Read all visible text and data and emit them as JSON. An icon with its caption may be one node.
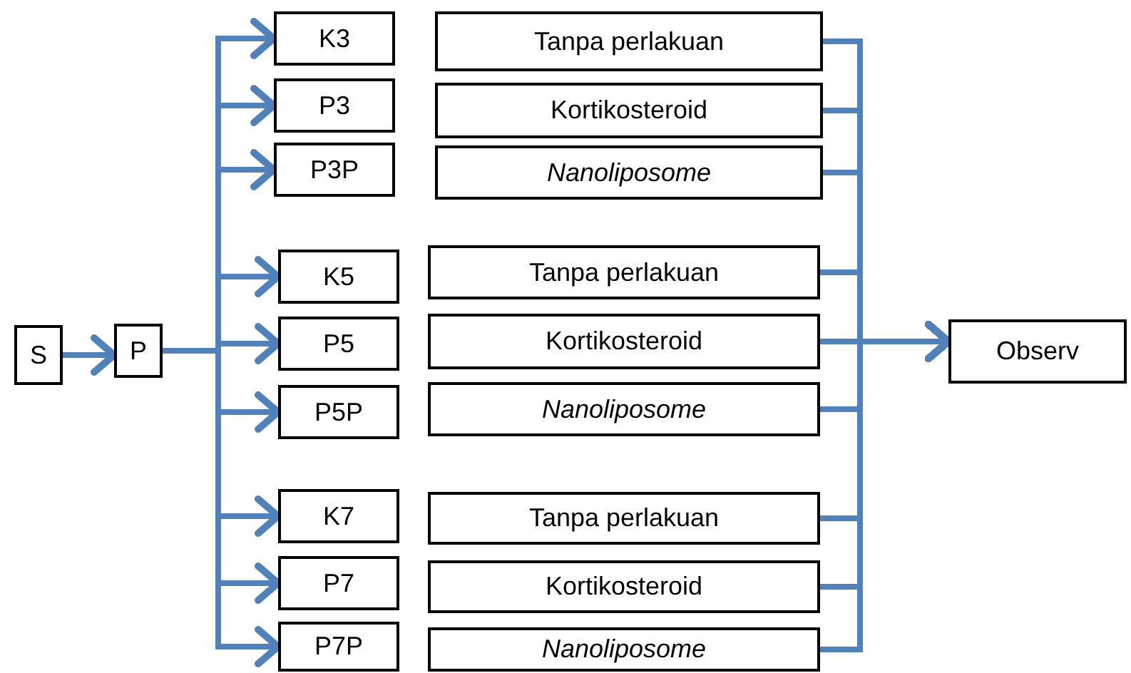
{
  "diagram": {
    "nodes": [
      {
        "text": [
          "S"
        ]
      },
      {
        "text": [
          "P"
        ]
      },
      {
        "text": [
          "K3"
        ]
      },
      {
        "text": [
          "Tanpa perlakuan"
        ]
      },
      {
        "text": [
          "P3"
        ]
      },
      {
        "text": [
          "Kortikosteroid"
        ]
      },
      {
        "text": [
          "P3P"
        ]
      },
      {
        "text": [
          "Nanoliposome"
        ]
      },
      {
        "text": [
          "K5"
        ]
      },
      {
        "text": [
          "Tanpa perlakuan"
        ]
      },
      {
        "text": [
          "P5"
        ]
      },
      {
        "text": [
          "Kortikosteroid"
        ]
      },
      {
        "text": [
          "P5P"
        ]
      },
      {
        "text": [
          "Nanoliposome"
        ]
      },
      {
        "text": [
          "K7"
        ]
      },
      {
        "text": [
          "Tanpa perlakuan"
        ]
      },
      {
        "text": [
          "P7"
        ]
      },
      {
        "text": [
          "Kortikosteroid"
        ]
      },
      {
        "text": [
          "P7P"
        ]
      },
      {
        "text": [
          "Nanoliposome"
        ]
      },
      {
        "text": [
          "Observ"
        ]
      }
    ],
    "edges": [
      {
        "from": 0,
        "to": 1,
        "arrow": "to"
      },
      {
        "from": 1,
        "to": 2,
        "arrow": "to"
      },
      {
        "from": 1,
        "to": 4,
        "arrow": "to"
      },
      {
        "from": 1,
        "to": 6,
        "arrow": "to"
      },
      {
        "from": 1,
        "to": 8,
        "arrow": "to"
      },
      {
        "from": 1,
        "to": 10,
        "arrow": "to"
      },
      {
        "from": 1,
        "to": 12,
        "arrow": "to"
      },
      {
        "from": 1,
        "to": 14,
        "arrow": "to"
      },
      {
        "from": 1,
        "to": 16,
        "arrow": "to"
      },
      {
        "from": 1,
        "to": 18,
        "arrow": "to"
      },
      {
        "from": 3,
        "to": 20,
        "arrow": "to"
      },
      {
        "from": 5,
        "to": 20,
        "arrow": "to"
      },
      {
        "from": 7,
        "to": 20,
        "arrow": "to"
      },
      {
        "from": 9,
        "to": 20,
        "arrow": "to"
      },
      {
        "from": 11,
        "to": 20,
        "arrow": "to"
      },
      {
        "from": 13,
        "to": 20,
        "arrow": "to"
      },
      {
        "from": 15,
        "to": 20,
        "arrow": "to"
      },
      {
        "from": 17,
        "to": 20,
        "arrow": "to"
      },
      {
        "from": 19,
        "to": 20,
        "arrow": "to"
      }
    ]
  }
}
